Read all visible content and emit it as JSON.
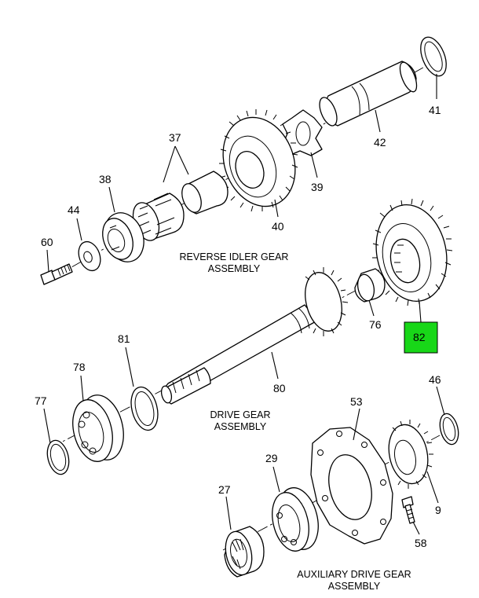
{
  "assembly_labels": {
    "reverse_idler_line1": "REVERSE IDLER GEAR",
    "reverse_idler_line2": "ASSEMBLY",
    "drive_gear_line1": "DRIVE GEAR",
    "drive_gear_line2": "ASSEMBLY",
    "aux_drive_line1": "AUXILIARY DRIVE GEAR",
    "aux_drive_line2": "ASSEMBLY"
  },
  "callouts": {
    "c41": "41",
    "c42": "42",
    "c37": "37",
    "c39": "39",
    "c38": "38",
    "c40": "40",
    "c44": "44",
    "c60": "60",
    "c76": "76",
    "c82": "82",
    "c81": "81",
    "c78": "78",
    "c80": "80",
    "c77": "77",
    "c46": "46",
    "c53": "53",
    "c29": "29",
    "c27": "27",
    "c9": "9",
    "c58": "58"
  },
  "highlight": {
    "part": "82",
    "color": "#18d718"
  }
}
